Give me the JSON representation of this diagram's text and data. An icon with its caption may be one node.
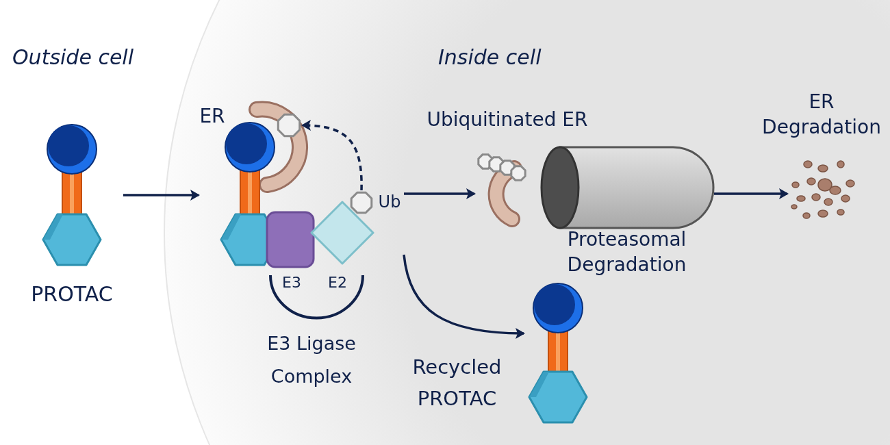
{
  "diagram": {
    "nodes": [
      {
        "text": [
          "PROTAC"
        ]
      },
      {
        "text": [
          "ER",
          "E3",
          "E2"
        ],
        "beside": [
          "E3 Ligase Complex"
        ]
      },
      {
        "text": [],
        "shape": "octagon",
        "in": 1
      },
      {
        "text": [
          "Ub"
        ],
        "in": 1
      },
      {
        "text": [
          "Ubiquitinated ER"
        ]
      },
      {
        "text": [
          "Proteasomal Degradation"
        ]
      },
      {
        "text": [
          "ER Degradation"
        ]
      },
      {
        "text": [
          "Recycled PROTAC"
        ]
      }
    ],
    "edges": [
      {
        "from": 0,
        "to": 1,
        "arrow": "to"
      },
      {
        "from": 3,
        "to": 2,
        "arrow": "to",
        "style": "dashed"
      },
      {
        "from": 3,
        "to": 4,
        "arrow": "to"
      },
      {
        "from": 1,
        "to": 7,
        "arrow": "to"
      },
      {
        "from": 5,
        "to": 6,
        "arrow": "to"
      }
    ],
    "labels": [
      "Outside cell",
      "Inside cell"
    ]
  }
}
